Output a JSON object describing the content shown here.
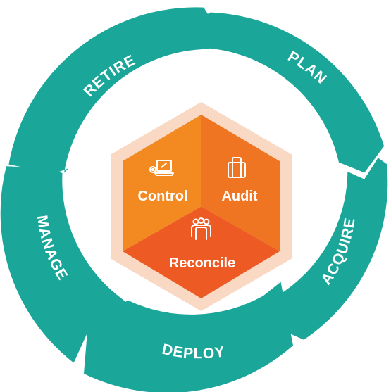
{
  "colors": {
    "ring": "#1aa79a",
    "hexagon_outer": "#f9d8c4",
    "hexagon_left": "#f28a21",
    "hexagon_right": "#ef7523",
    "hexagon_bottom": "#ee5a24",
    "label": "#ffffff"
  },
  "cycle": {
    "stages": [
      {
        "label": "PLAN"
      },
      {
        "label": "ACQUIRE"
      },
      {
        "label": "DEPLOY"
      },
      {
        "label": "MANAGE"
      },
      {
        "label": "RETIRE"
      }
    ]
  },
  "core": {
    "segments": [
      {
        "label": "Control",
        "icon": "laptop-gear-icon"
      },
      {
        "label": "Audit",
        "icon": "briefcase-icon"
      },
      {
        "label": "Reconcile",
        "icon": "people-group-icon"
      }
    ]
  }
}
